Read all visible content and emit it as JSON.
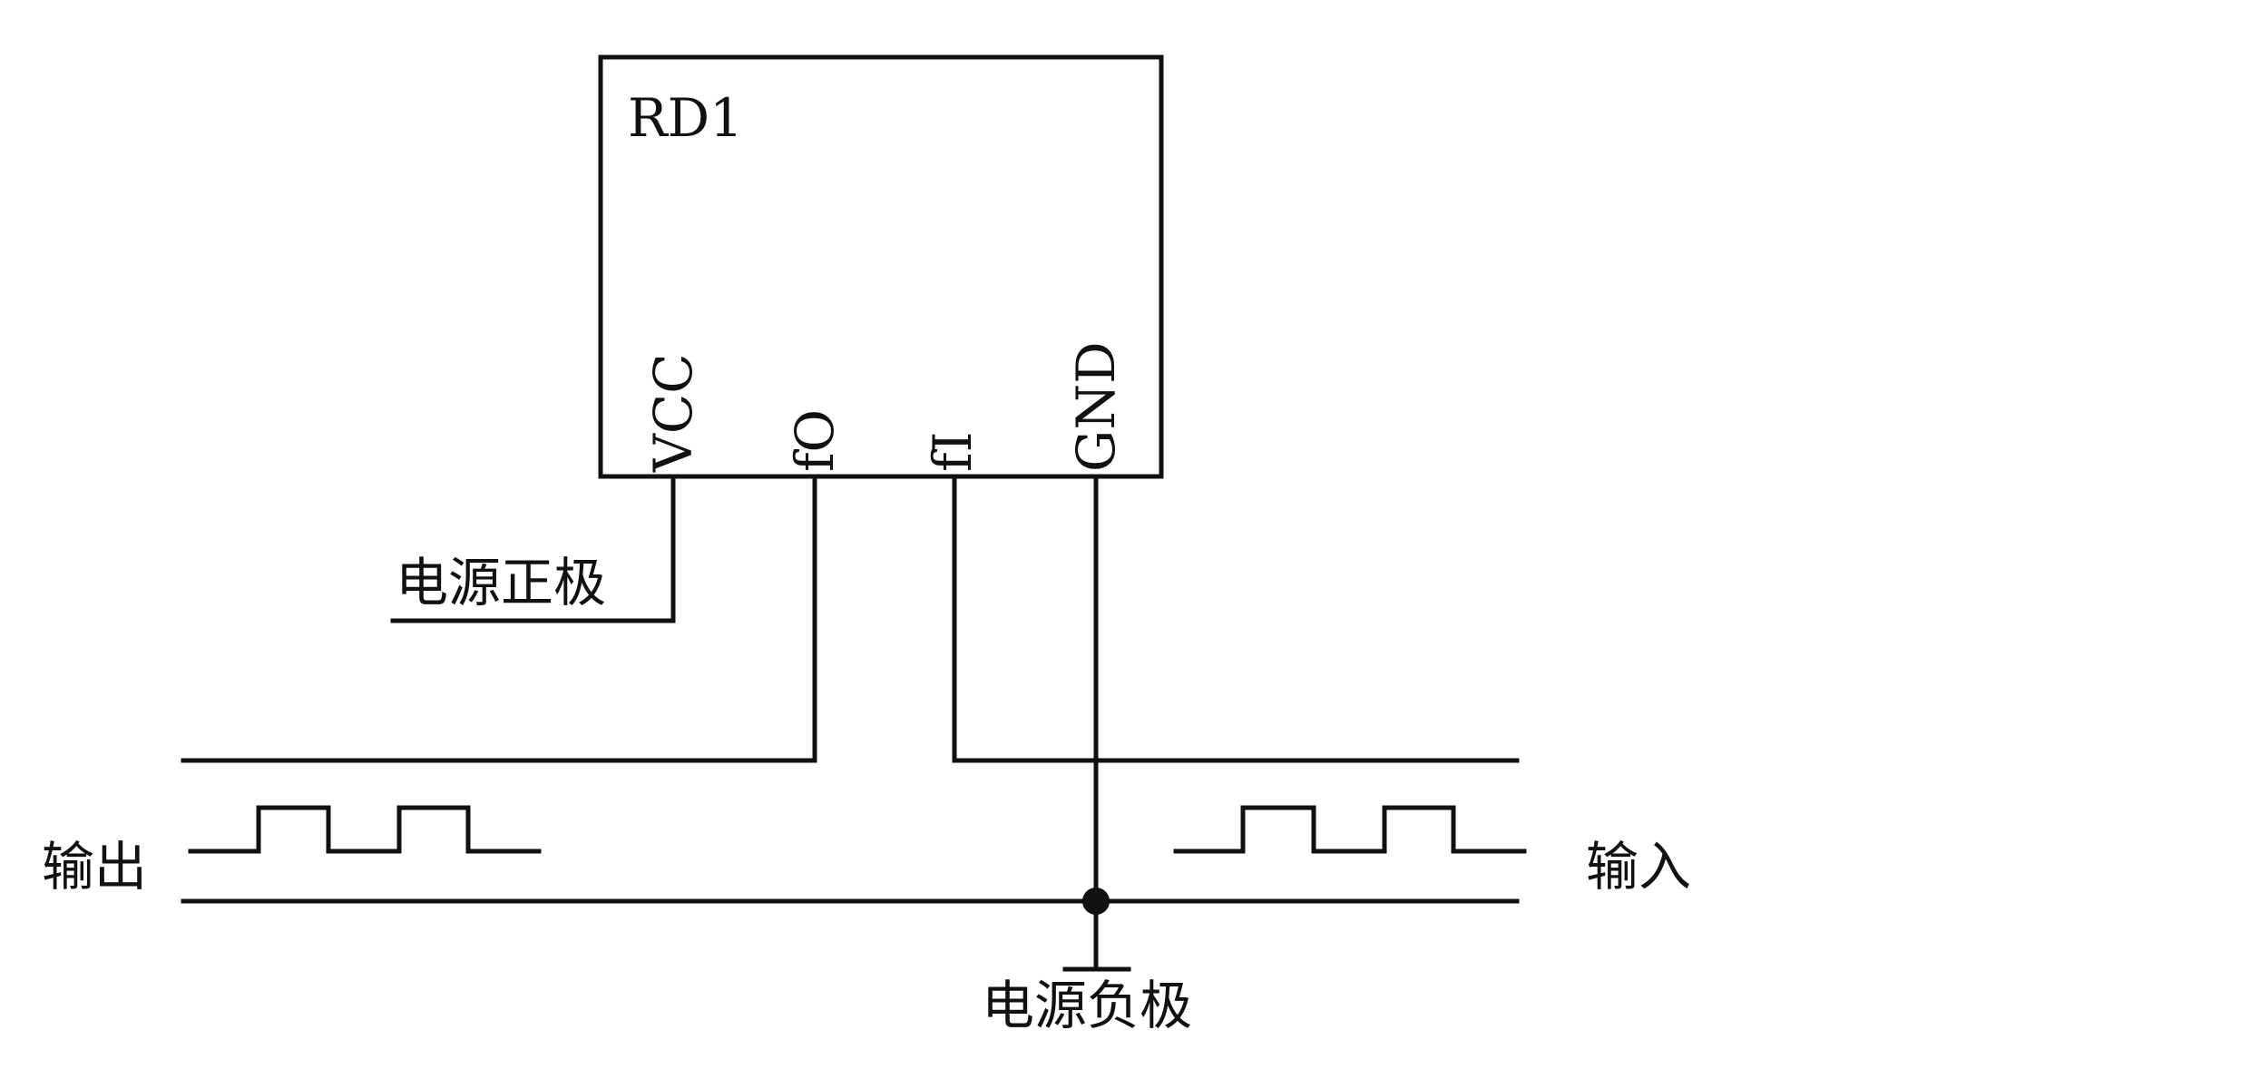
{
  "component": {
    "name": "RD1",
    "pins": {
      "vcc": "VCC",
      "fo": "fO",
      "fi": "fI",
      "gnd": "GND"
    }
  },
  "labels": {
    "power_positive": "电源正极",
    "power_negative": "电源负极",
    "output": "输出",
    "input": "输入"
  },
  "colors": {
    "line": "#111111",
    "background": "#ffffff"
  }
}
